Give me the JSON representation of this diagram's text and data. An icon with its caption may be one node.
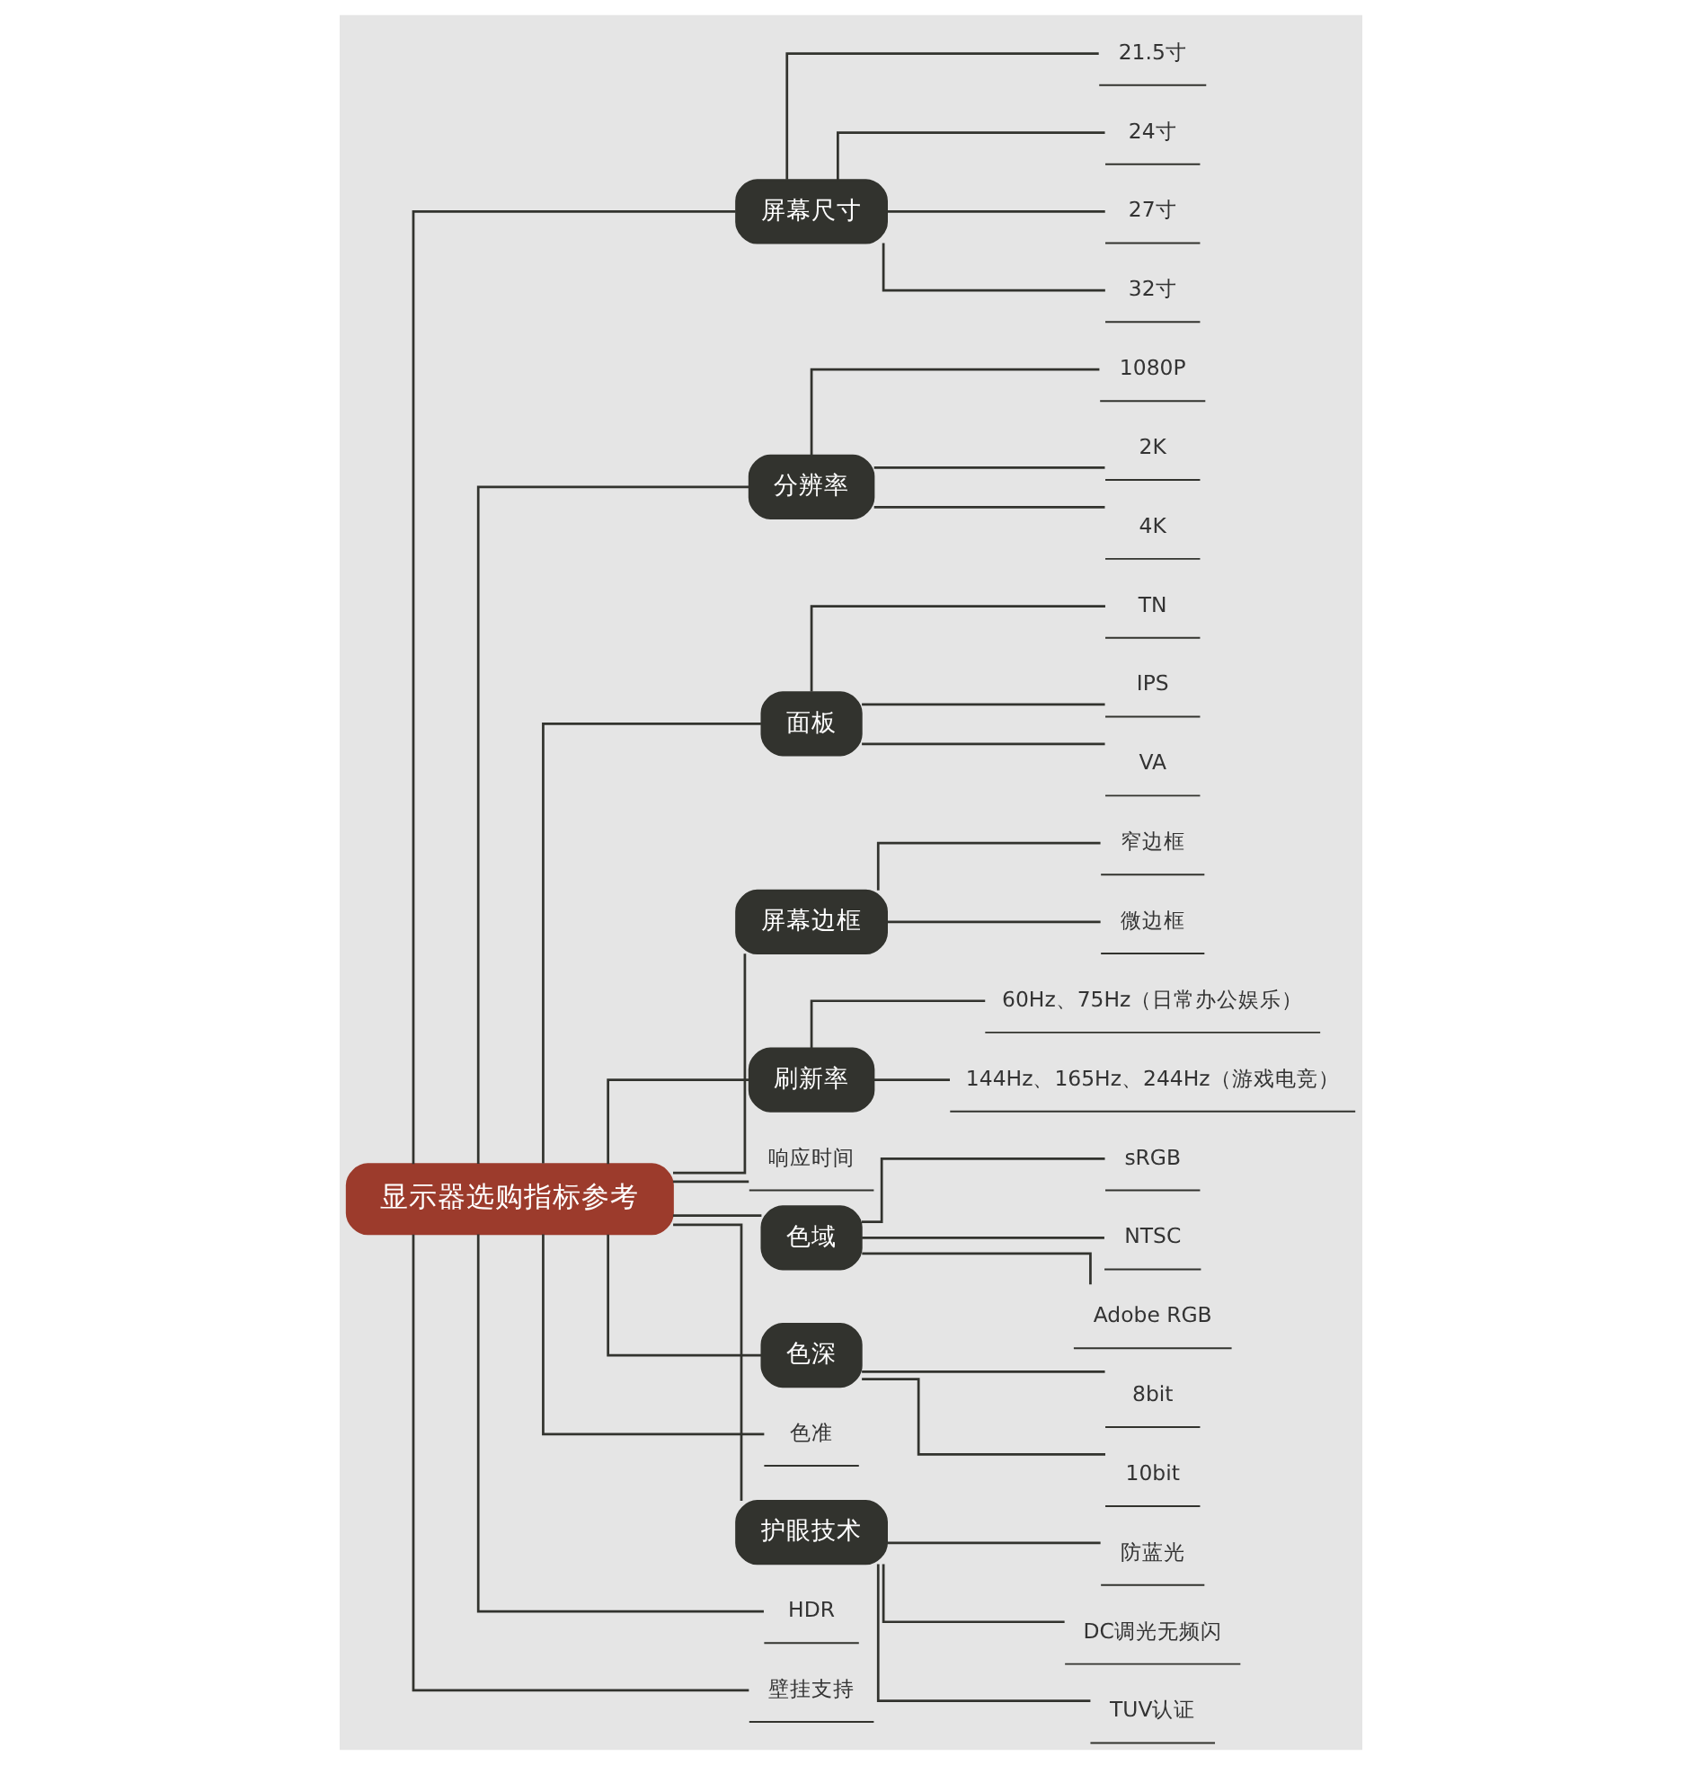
{
  "diagram": {
    "nodes": [
      {
        "text": [
          "显示器选购指标参考"
        ]
      },
      {
        "text": [
          "屏幕尺寸"
        ]
      },
      {
        "text": [
          "21.5寸"
        ]
      },
      {
        "text": [
          "24寸"
        ]
      },
      {
        "text": [
          "27寸"
        ]
      },
      {
        "text": [
          "32寸"
        ]
      },
      {
        "text": [
          "分辨率"
        ]
      },
      {
        "text": [
          "1080P"
        ]
      },
      {
        "text": [
          "2K"
        ]
      },
      {
        "text": [
          "4K"
        ]
      },
      {
        "text": [
          "面板"
        ]
      },
      {
        "text": [
          "TN"
        ]
      },
      {
        "text": [
          "IPS"
        ]
      },
      {
        "text": [
          "VA"
        ]
      },
      {
        "text": [
          "屏幕边框"
        ]
      },
      {
        "text": [
          "窄边框"
        ]
      },
      {
        "text": [
          "微边框"
        ]
      },
      {
        "text": [
          "刷新率"
        ]
      },
      {
        "text": [
          "60Hz、75Hz（日常办公娱乐）"
        ]
      },
      {
        "text": [
          "144Hz、165Hz、244Hz（游戏电竞）"
        ]
      },
      {
        "text": [
          "响应时间"
        ]
      },
      {
        "text": [
          "色域"
        ]
      },
      {
        "text": [
          "sRGB"
        ]
      },
      {
        "text": [
          "NTSC"
        ]
      },
      {
        "text": [
          "Adobe RGB"
        ]
      },
      {
        "text": [
          "色深"
        ]
      },
      {
        "text": [
          "8bit"
        ]
      },
      {
        "text": [
          "10bit"
        ]
      },
      {
        "text": [
          "色准"
        ]
      },
      {
        "text": [
          "护眼技术"
        ]
      },
      {
        "text": [
          "防蓝光"
        ]
      },
      {
        "text": [
          "DC调光无频闪"
        ]
      },
      {
        "text": [
          "TUV认证"
        ]
      },
      {
        "text": [
          "HDR"
        ]
      },
      {
        "text": [
          "壁挂支持"
        ]
      }
    ],
    "edges": [
      {
        "from": 0,
        "to": 1,
        "arrow": "none"
      },
      {
        "from": 1,
        "to": 2,
        "arrow": "none"
      },
      {
        "from": 1,
        "to": 3,
        "arrow": "none"
      },
      {
        "from": 1,
        "to": 4,
        "arrow": "none"
      },
      {
        "from": 1,
        "to": 5,
        "arrow": "none"
      },
      {
        "from": 0,
        "to": 6,
        "arrow": "none"
      },
      {
        "from": 6,
        "to": 7,
        "arrow": "none"
      },
      {
        "from": 6,
        "to": 8,
        "arrow": "none"
      },
      {
        "from": 6,
        "to": 9,
        "arrow": "none"
      },
      {
        "from": 0,
        "to": 10,
        "arrow": "none"
      },
      {
        "from": 10,
        "to": 11,
        "arrow": "none"
      },
      {
        "from": 10,
        "to": 12,
        "arrow": "none"
      },
      {
        "from": 10,
        "to": 13,
        "arrow": "none"
      },
      {
        "from": 0,
        "to": 14,
        "arrow": "none"
      },
      {
        "from": 14,
        "to": 15,
        "arrow": "none"
      },
      {
        "from": 14,
        "to": 16,
        "arrow": "none"
      },
      {
        "from": 0,
        "to": 17,
        "arrow": "none"
      },
      {
        "from": 17,
        "to": 18,
        "arrow": "none"
      },
      {
        "from": 17,
        "to": 19,
        "arrow": "none"
      },
      {
        "from": 0,
        "to": 20,
        "arrow": "none"
      },
      {
        "from": 0,
        "to": 21,
        "arrow": "none"
      },
      {
        "from": 21,
        "to": 22,
        "arrow": "none"
      },
      {
        "from": 21,
        "to": 23,
        "arrow": "none"
      },
      {
        "from": 21,
        "to": 24,
        "arrow": "none"
      },
      {
        "from": 0,
        "to": 25,
        "arrow": "none"
      },
      {
        "from": 25,
        "to": 26,
        "arrow": "none"
      },
      {
        "from": 25,
        "to": 27,
        "arrow": "none"
      },
      {
        "from": 0,
        "to": 28,
        "arrow": "none"
      },
      {
        "from": 0,
        "to": 29,
        "arrow": "none"
      },
      {
        "from": 29,
        "to": 30,
        "arrow": "none"
      },
      {
        "from": 29,
        "to": 31,
        "arrow": "none"
      },
      {
        "from": 29,
        "to": 32,
        "arrow": "none"
      },
      {
        "from": 0,
        "to": 33,
        "arrow": "none"
      },
      {
        "from": 0,
        "to": 34,
        "arrow": "none"
      }
    ]
  }
}
